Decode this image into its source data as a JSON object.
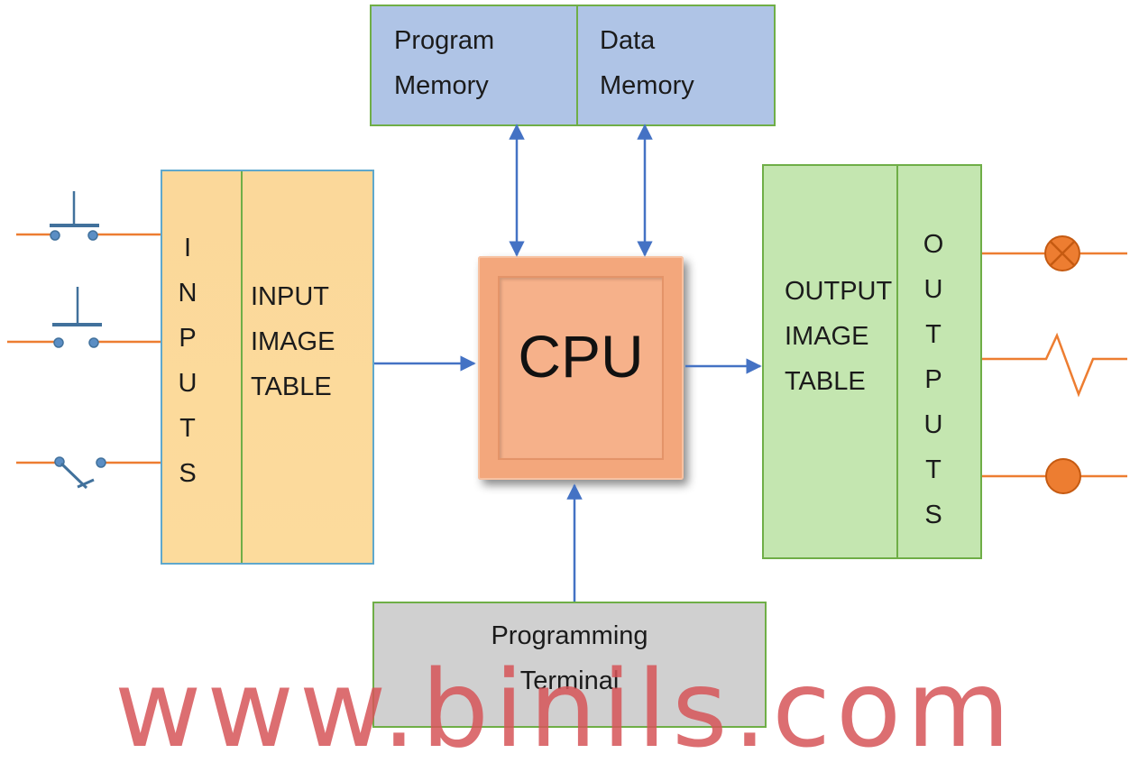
{
  "memory": {
    "program_memory": [
      "Program",
      "Memory"
    ],
    "data_memory": [
      "Data",
      "Memory"
    ]
  },
  "inputs": {
    "vertical_label": [
      "I",
      "N",
      "P",
      "U",
      "T",
      "S"
    ],
    "image_table": [
      "INPUT",
      "IMAGE",
      "TABLE"
    ]
  },
  "cpu": {
    "label": "CPU"
  },
  "outputs": {
    "image_table": [
      "OUTPUT",
      "IMAGE",
      "TABLE"
    ],
    "vertical_label": [
      "O",
      "U",
      "T",
      "P",
      "U",
      "T",
      "S"
    ]
  },
  "terminal": {
    "label": [
      "Programming",
      "Terminal"
    ]
  },
  "watermark": "www.binils.com",
  "colors": {
    "arrow": "#4472c4",
    "wire": "#ed7d31",
    "lamp": "#ed7d31",
    "switch": "#41719c",
    "memory_fill": "#afc4e6",
    "input_fill": "#fcdb9c",
    "output_fill": "#c4e6b0",
    "terminal_fill": "#d0d0d0",
    "cpu_fill": "#f3a77c",
    "watermark": "#d65559"
  },
  "symbols": {
    "inputs": [
      "pushbutton-no-icon",
      "pushbutton-nc-icon",
      "switch-open-icon"
    ],
    "outputs": [
      "lamp-icon",
      "heater-icon",
      "motor-indicator-icon"
    ]
  }
}
